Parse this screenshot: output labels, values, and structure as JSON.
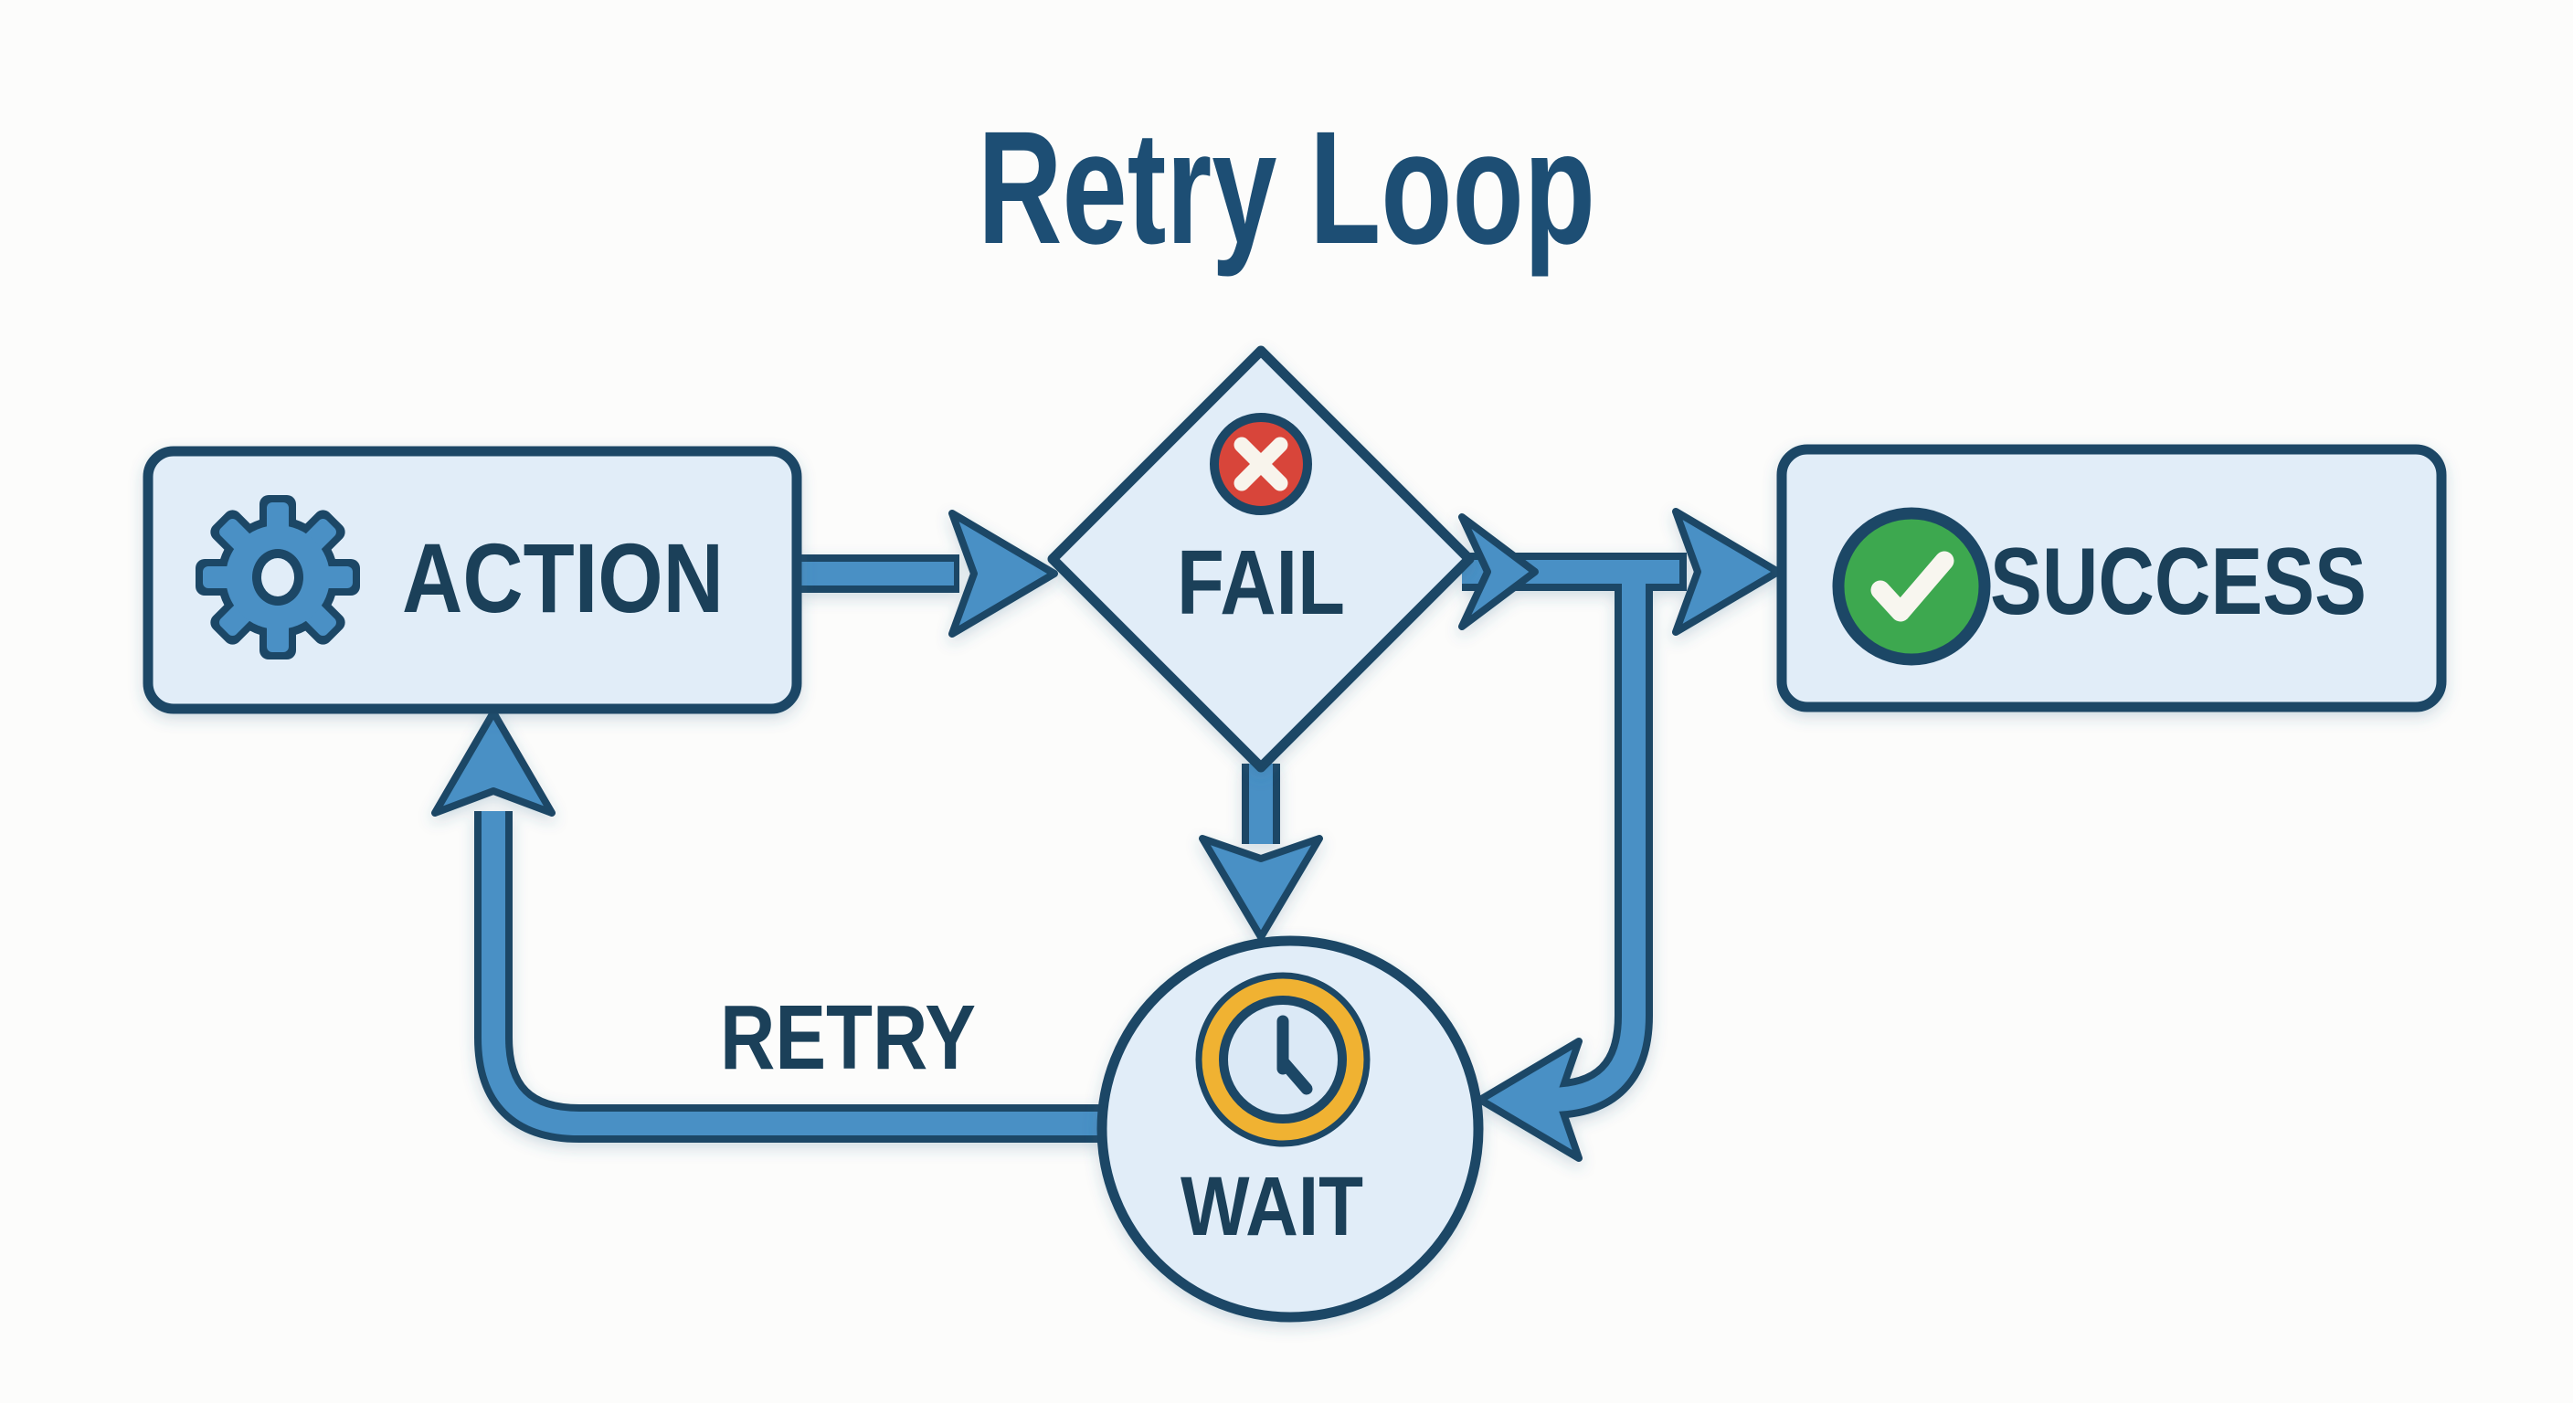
{
  "diagram": {
    "title": "Retry Loop",
    "background": "#fcfcfb",
    "colors": {
      "node_fill": "#e1edf8",
      "outline_navy": "#1c4766",
      "arrow_blue": "#4a90c5",
      "label_text": "#1b4059",
      "title_text": "#1d4e74",
      "error_red": "#d8453a",
      "success_green": "#3da84f",
      "clock_gold": "#f0b232",
      "icon_white": "#f8f4ec"
    },
    "nodes": {
      "action": {
        "label": "ACTION",
        "shape": "rounded-rectangle",
        "icon": "gear-icon"
      },
      "fail": {
        "label": "FAIL",
        "shape": "diamond",
        "icon": "error-x-icon"
      },
      "success": {
        "label": "SUCCESS",
        "shape": "rounded-rectangle",
        "icon": "check-icon"
      },
      "wait": {
        "label": "WAIT",
        "shape": "circle",
        "icon": "clock-icon"
      }
    },
    "edges": [
      {
        "from": "action",
        "to": "fail",
        "label": ""
      },
      {
        "from": "fail",
        "to": "success",
        "label": ""
      },
      {
        "from": "fail",
        "to": "wait",
        "label": ""
      },
      {
        "from": "fail-success-line",
        "to": "wait",
        "label": ""
      },
      {
        "from": "wait",
        "to": "action",
        "label": "RETRY"
      }
    ]
  }
}
